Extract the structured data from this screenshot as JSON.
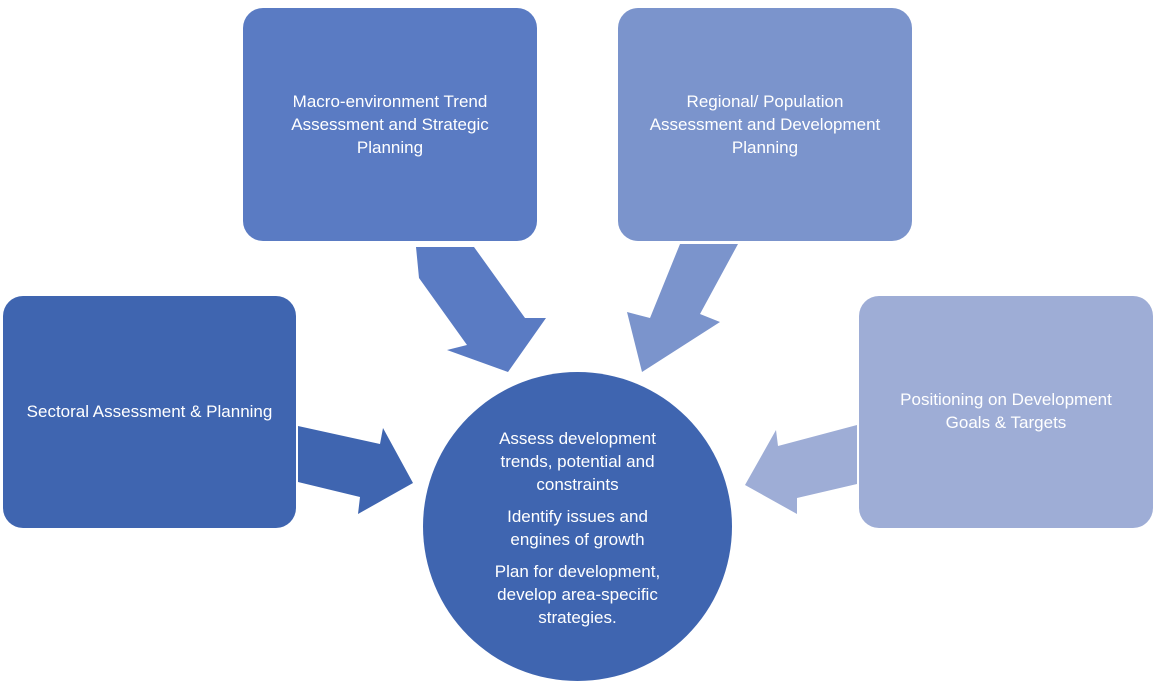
{
  "diagram": {
    "boxes": {
      "top_left": "Macro-environment Trend\nAssessment and Strategic\nPlanning",
      "top_right": "Regional/ Population\nAssessment and Development\nPlanning",
      "left": "Sectoral Assessment & Planning",
      "right": "Positioning on Development\nGoals & Targets"
    },
    "center": {
      "items": [
        "Assess development\ntrends, potential and\nconstraints",
        "Identify issues and\nengines of growth",
        "Plan for development,\ndevelop area-specific\nstrategies."
      ]
    },
    "colors": {
      "dark_blue": "#3f65b0",
      "medium_blue": "#5a7bc3",
      "light_blue": "#7b94cc",
      "pale_blue": "#9eadd6"
    }
  }
}
